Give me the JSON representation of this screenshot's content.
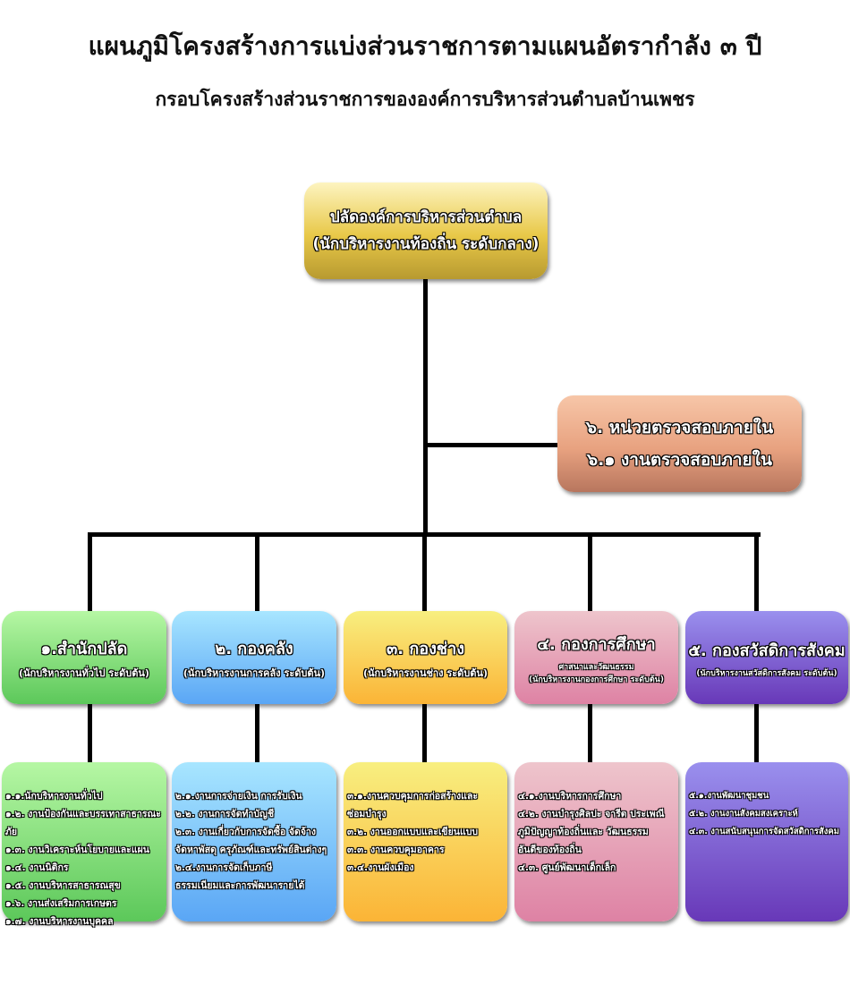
{
  "title": "แผนภูมิโครงสร้างการแบ่งส่วนราชการตามแผนอัตรากำลัง ๓ ปี",
  "subtitle": "กรอบโครงสร้างส่วนราชการขององค์การบริหารส่วนตำบลบ้านเพชร",
  "top": {
    "line1": "ปลัดองค์การบริหารส่วนตำบล",
    "line2": "(นักบริหารงานท้องถิ่น ระดับกลาง)"
  },
  "audit": {
    "line1": "๖. หน่วยตรวจสอบภายใน",
    "line2": "๖.๑ งานตรวจสอบภายใน"
  },
  "divisions": [
    {
      "name": "๑.สำนักปลัด",
      "sub": "(นักบริหารงานทั่วไป ระดับต้น)",
      "items": [
        "๑.๑.นักบริหารงานทั่วไป",
        "๑.๒. งานป้องกันและบรรเทาสาธารณะภัย",
        "๑.๓. งานวิเคราะห์นโยบายและแผน",
        "๑.๔. งานนิติกร",
        "๑.๕. งานบริหารสาธารณสุข",
        "๑.๖. งานส่งเสริมการเกษตร",
        "๑.๗. งานบริหารงานบุคคล"
      ]
    },
    {
      "name": "๒. กองคลัง",
      "sub": "(นักบริหารงานการคลัง ระดับต้น)",
      "items": [
        "๒.๑.งานการจ่ายเงิน การรับเงิน",
        "๒.๒. งานการจัดทำบัญชี",
        "๒.๓. งานเกี่ยวกับการจัดซื้อ จัดจ้าง",
        "จัดหาพัสดุ ครุภัณฑ์และทรัพย์สินต่างๆ",
        "๒.๔.งานการจัดเก็บภาษี",
        "ธรรมเนียมและการพัฒนารายได้"
      ]
    },
    {
      "name": "๓. กองช่าง",
      "sub": "(นักบริหารงานช่าง ระดับต้น)",
      "items": [
        "๓.๑.งานควบคุมการก่อสร้างและ",
        "ซ่อมบำรุง",
        "๓.๒. งานออกแบบและเขียนแบบ",
        "๓.๓. งานควบคุมอาคาร",
        "๓.๔.งานผังเมือง"
      ]
    },
    {
      "name": "๔. กองการศึกษา",
      "sub_extra": "ศาสนาและวัฒนธรรม",
      "sub": "(นักบริหารงานกองการศึกษา ระดับต้น)",
      "items": [
        "๔.๑.งานบริหารการศึกษา",
        "๔.๒. งานบำรุงศิลปะ จารีต ประเพณี",
        "ภูมิปัญญาท้องถิ่นและ วัฒนธรรม",
        "อันดีของท้องถิ่น",
        "๔.๓. ศูนย์พัฒนาเด็กเล็ก"
      ]
    },
    {
      "name": "๕. กองสวัสดิการสังคม",
      "sub": "(นักบริหารงานสวัสดิการสังคม ระดับต้น)",
      "items": [
        "๕.๑.งานพัฒนาชุมชน",
        "๕.๒. งานงานสังคมสงเคราะห์",
        "๔.๓. งานสนับสนุนการจัดสวัสดิการสังคม"
      ]
    }
  ]
}
